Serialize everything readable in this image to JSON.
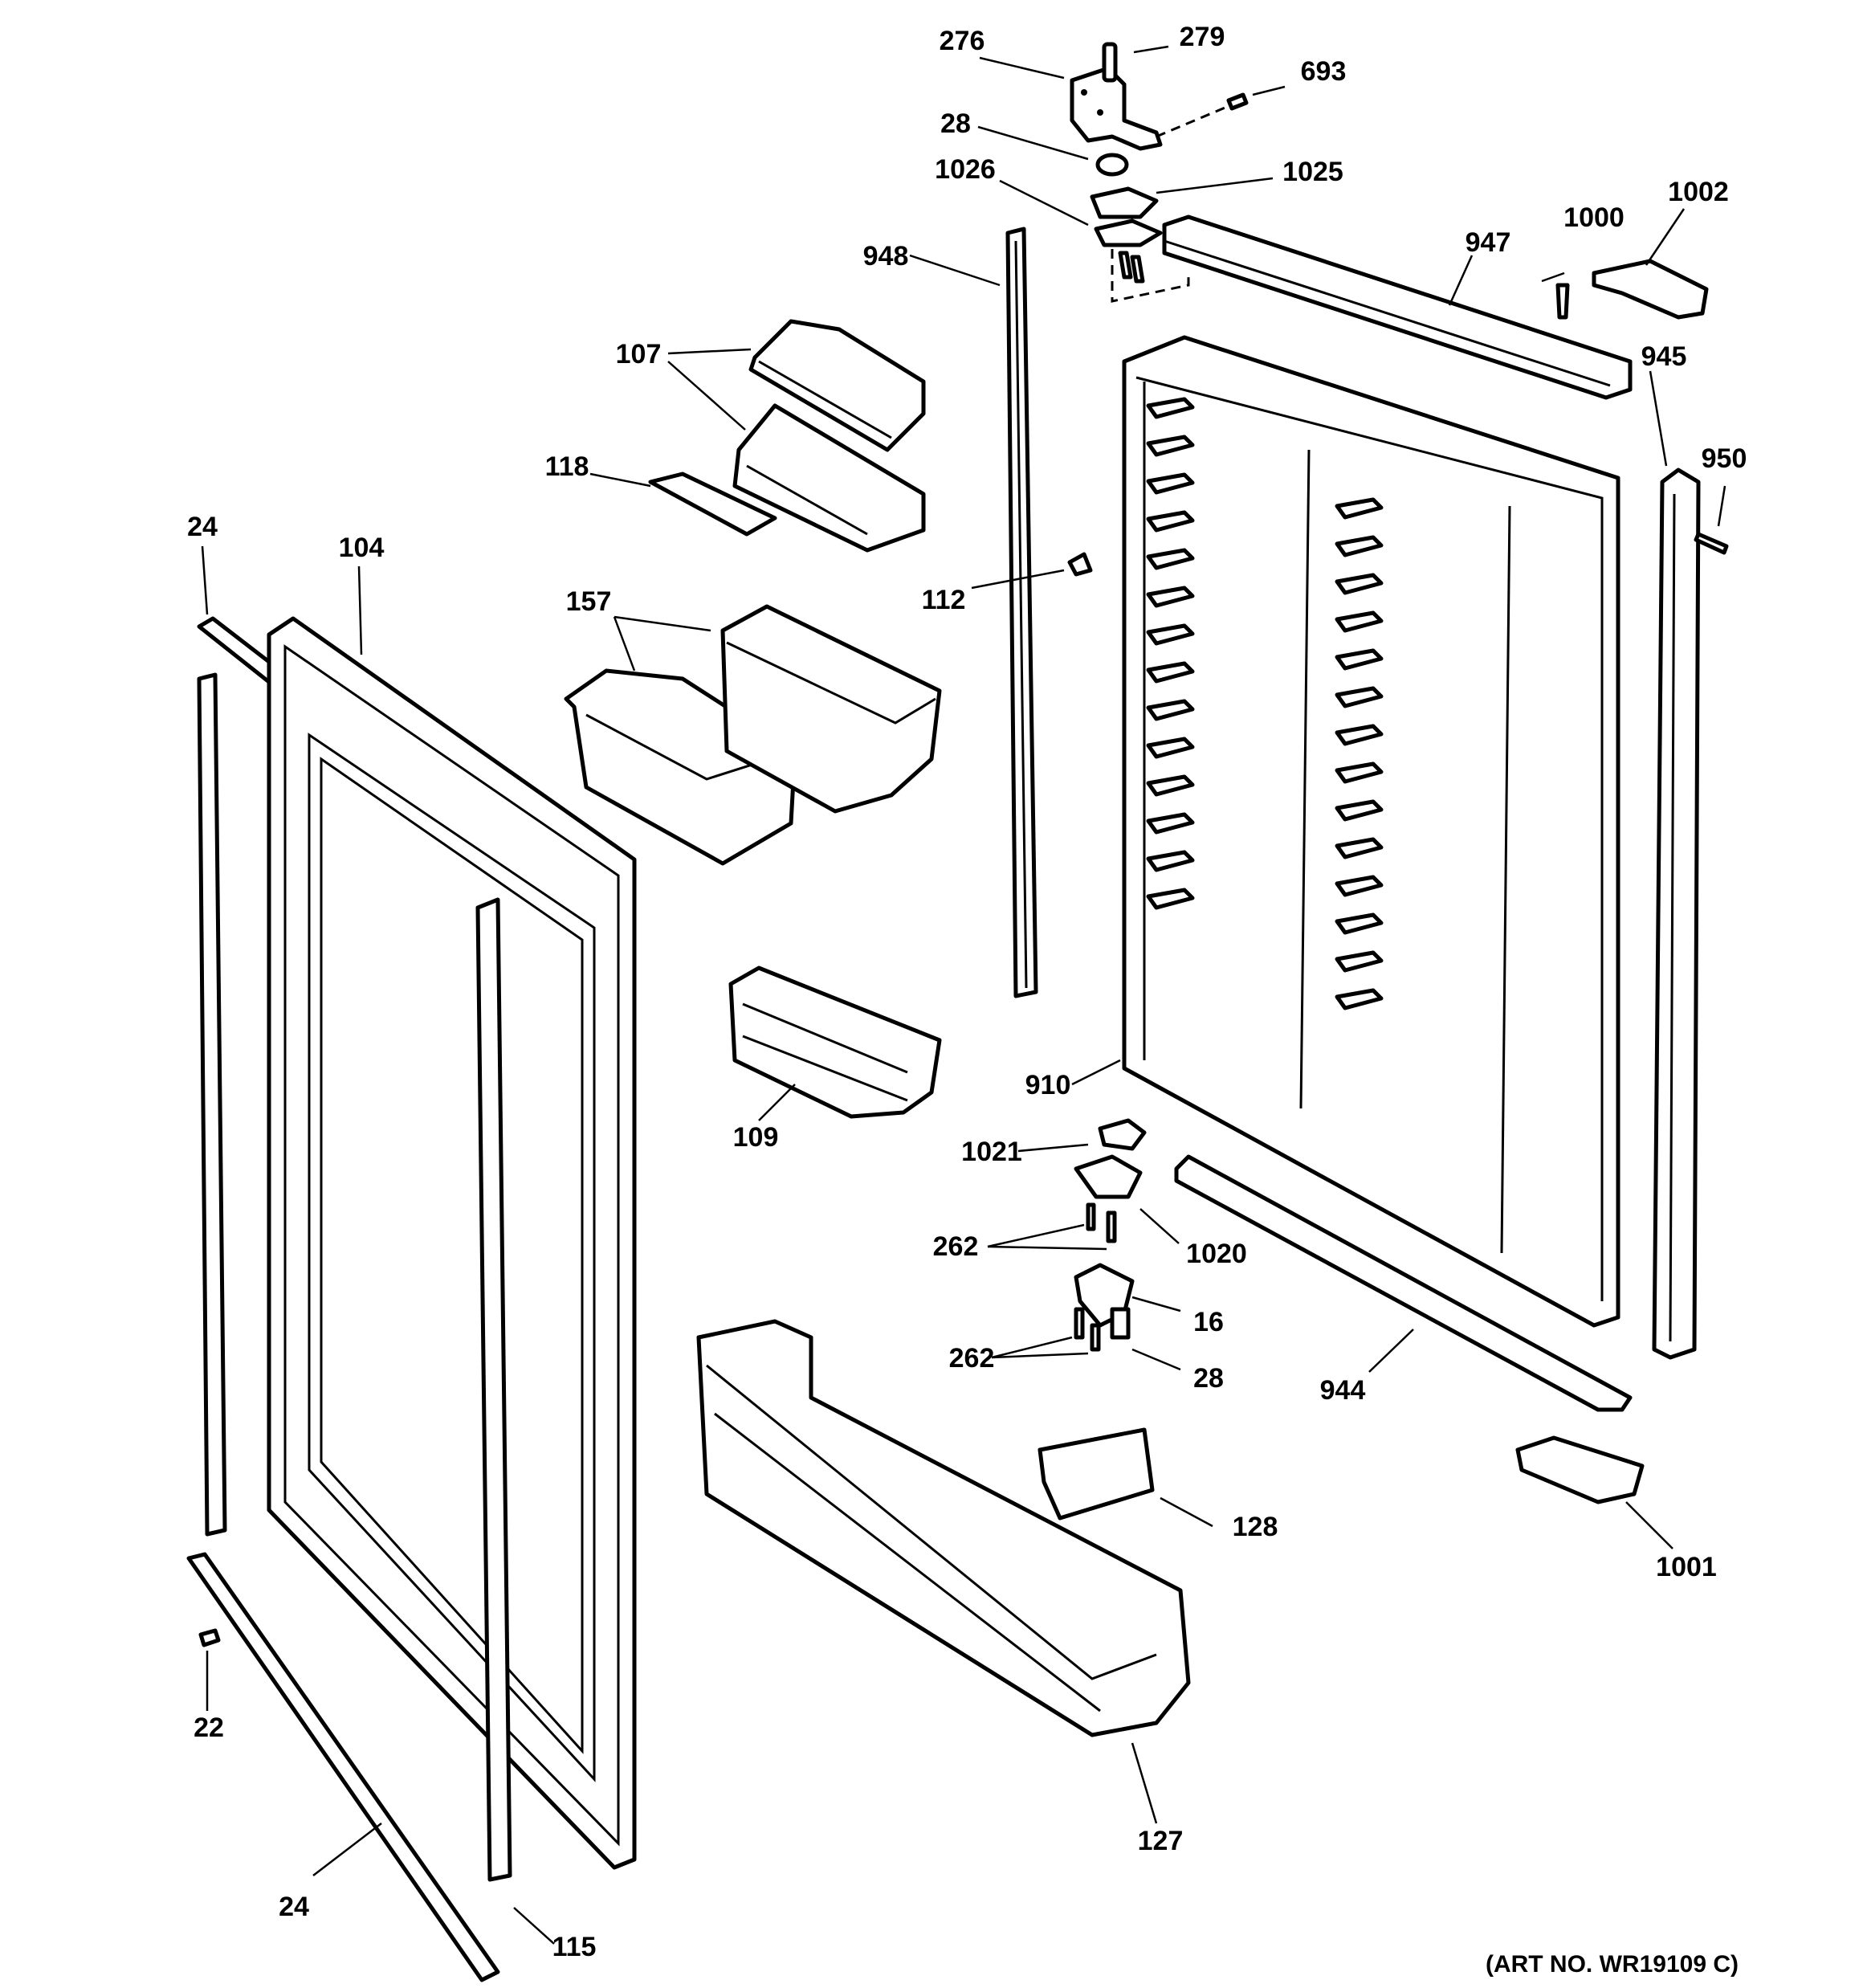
{
  "diagram": {
    "labels": {
      "l276": "276",
      "l279": "279",
      "l693": "693",
      "l28a": "28",
      "l1026": "1026",
      "l1025": "1025",
      "l948": "948",
      "l947": "947",
      "l1000": "1000",
      "l1002": "1002",
      "l945": "945",
      "l950": "950",
      "l107": "107",
      "l118": "118",
      "l24a": "24",
      "l104": "104",
      "l112": "112",
      "l157": "157",
      "l910": "910",
      "l109": "109",
      "l1021": "1021",
      "l262a": "262",
      "l1020": "1020",
      "l16": "16",
      "l262b": "262",
      "l28b": "28",
      "l944": "944",
      "l128": "128",
      "l1001": "1001",
      "l22": "22",
      "l127": "127",
      "l24b": "24",
      "l115": "115"
    },
    "art_number": "(ART NO. WR19109 C)"
  }
}
